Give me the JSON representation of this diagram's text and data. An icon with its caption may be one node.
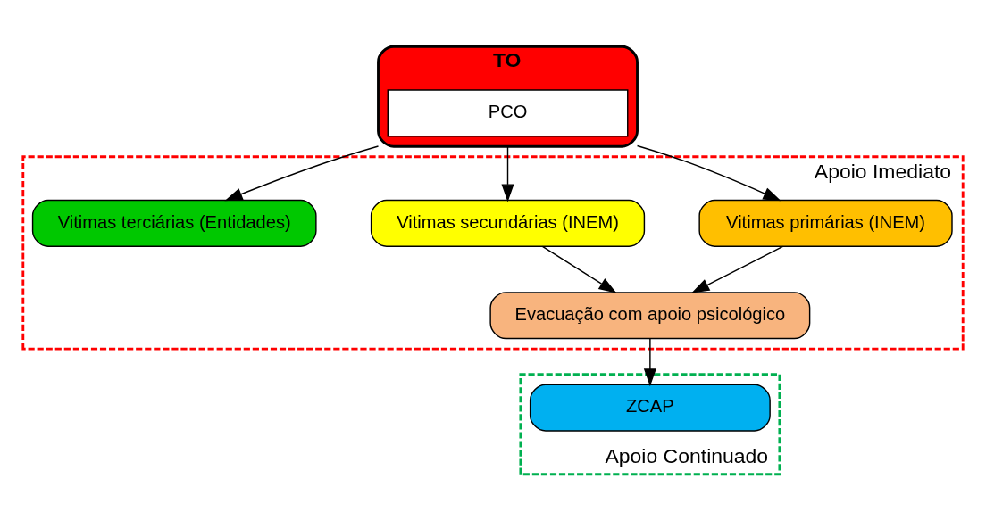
{
  "diagram": {
    "nodes": [
      {
        "text": [
          "TO"
        ]
      },
      {
        "text": [
          "PCO"
        ],
        "in": 0
      },
      {
        "text": [
          "Apoio Imediato"
        ]
      },
      {
        "text": [
          "Vitimas primárias (INEM)"
        ],
        "in": 2
      },
      {
        "text": [
          "Vitimas secundárias (INEM)"
        ],
        "in": 2
      },
      {
        "text": [
          "Vitimas terciárias (Entidades)"
        ],
        "in": 2
      },
      {
        "text": [
          "Evacuação com apoio psicológico"
        ],
        "in": 2
      },
      {
        "text": [
          "Apoio Continuado"
        ]
      },
      {
        "text": [
          "ZCAP"
        ],
        "in": 7
      }
    ],
    "edges": [
      {
        "from": 0,
        "to": 3,
        "arrow": "to"
      },
      {
        "from": 0,
        "to": 4,
        "arrow": "to"
      },
      {
        "from": 0,
        "to": 5,
        "arrow": "to"
      },
      {
        "from": 3,
        "to": 6,
        "arrow": "to"
      },
      {
        "from": 4,
        "to": 6,
        "arrow": "to"
      },
      {
        "from": 6,
        "to": 8,
        "arrow": "to"
      }
    ]
  }
}
